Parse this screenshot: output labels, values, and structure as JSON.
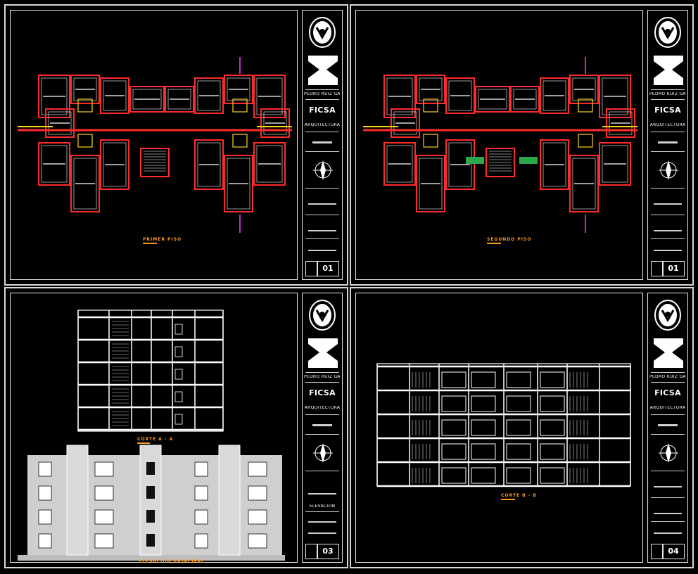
{
  "sheets": [
    {
      "drawing_title": "PRIMER PISO",
      "titleblock": {
        "line1": "PEDRO RUIZ GALLO",
        "line2": "FICSA",
        "line3": "ARQUITECTURA",
        "sheet_no": "01"
      }
    },
    {
      "drawing_title": "SEGUNDO PISO",
      "titleblock": {
        "line1": "PEDRO RUIZ GALLO",
        "line2": "FICSA",
        "line3": "ARQUITECTURA",
        "sheet_no": "01"
      }
    },
    {
      "drawing_title": "CORTE A - A",
      "drawing_title_2": "ELEVACION PRINCIPAL",
      "titleblock": {
        "line1": "PEDRO RUIZ GALLO",
        "line2": "FICSA",
        "line3": "ARQUITECTURA",
        "line4": "ELEVACION",
        "sheet_no": "03"
      }
    },
    {
      "drawing_title": "CORTE B - B",
      "titleblock": {
        "line1": "PEDRO RUIZ GALLO",
        "line2": "FICSA",
        "line3": "ARQUITECTURA",
        "sheet_no": "04"
      }
    }
  ],
  "colors": {
    "background": "#000000",
    "linework": "#ffffff",
    "walls": "#ff2b2b",
    "title_text": "#ff9a1a",
    "accent_yellow": "#ffd21a",
    "accent_green": "#2aa84a",
    "accent_magenta": "#ff3cff"
  }
}
